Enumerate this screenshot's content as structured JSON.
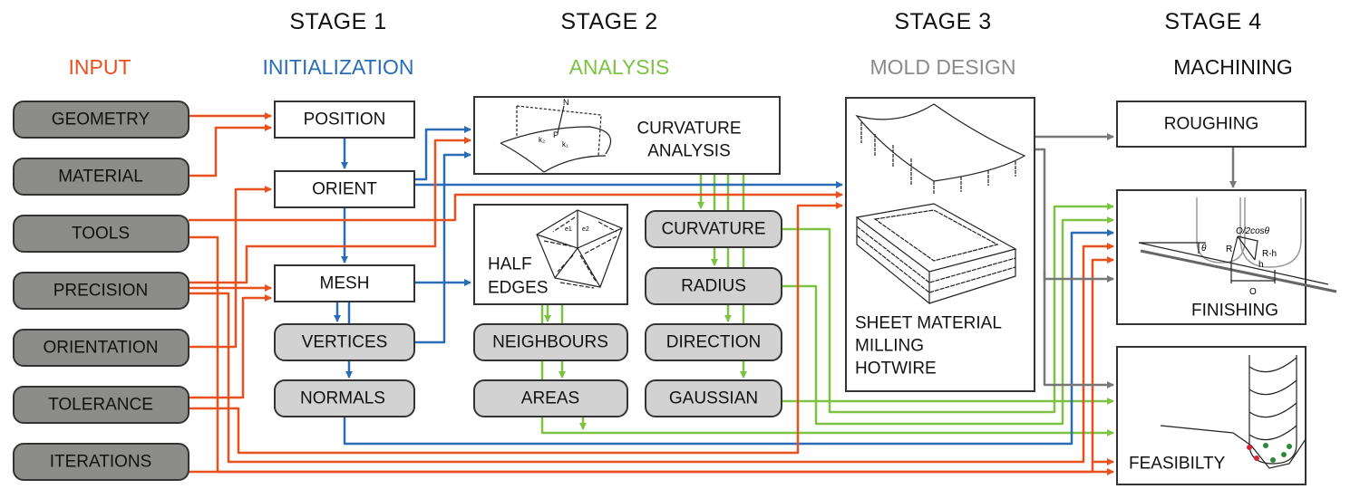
{
  "stages": [
    {
      "title": "",
      "subtitle": "INPUT",
      "color": "#e8501e"
    },
    {
      "title": "STAGE 1",
      "subtitle": "INITIALIZATION",
      "color": "#2a6db5"
    },
    {
      "title": "STAGE 2",
      "subtitle": "ANALYSIS",
      "color": "#7dc242"
    },
    {
      "title": "STAGE 3",
      "subtitle": "MOLD DESIGN",
      "color": "#8a8a8a"
    },
    {
      "title": "STAGE 4",
      "subtitle": "MACHINING",
      "color": "#111111"
    }
  ],
  "inputs": [
    "GEOMETRY",
    "MATERIAL",
    "TOOLS",
    "PRECISION",
    "ORIENTATION",
    "TOLERANCE",
    "ITERATIONS"
  ],
  "stage1": {
    "position": "POSITION",
    "orient": "ORIENT",
    "mesh": "MESH",
    "vertices": "VERTICES",
    "normals": "NORMALS"
  },
  "stage2": {
    "curvature_analysis": [
      "CURVATURE",
      "ANALYSIS"
    ],
    "half_edges": [
      "HALF",
      "EDGES"
    ],
    "neighbours": "NEIGHBOURS",
    "areas": "AREAS",
    "curvature": "CURVATURE",
    "radius": "RADIUS",
    "direction": "DIRECTION",
    "gaussian": "GAUSSIAN",
    "fig_labels": {
      "normal": "N",
      "point": "P",
      "k1": "k₁",
      "k2": "k₂",
      "e1": "e1",
      "e2": "e2"
    }
  },
  "stage3": {
    "lines": [
      "SHEET MATERIAL",
      "MILLING",
      "HOTWIRE"
    ]
  },
  "stage4": {
    "roughing": "ROUGHING",
    "finishing": "FINISHING",
    "feasibility": "FEASIBILTY",
    "fig_labels": {
      "o2cos": "O/2cosθ",
      "r": "R",
      "rh": "R-h",
      "h": "h",
      "o": "O",
      "theta": "θ"
    }
  },
  "colors": {
    "input": "#e8501e",
    "init": "#2a6db5",
    "analysis": "#7dc242",
    "mold": "#777777"
  }
}
